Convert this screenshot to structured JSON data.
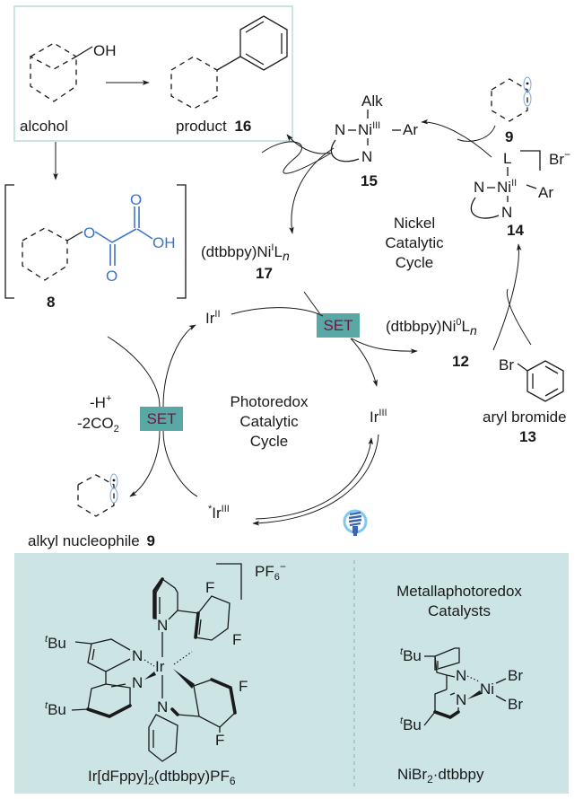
{
  "diagram": {
    "title": "Metallaphotoredox deoxygenative arylation",
    "colors": {
      "panel_border": "#b9dcdc",
      "catalyst_panel_bg": "#cce5e4",
      "set_box": "#5aa8a6",
      "set_text": "#7a1040",
      "oxalate_blue": "#3a74c8",
      "bulb_blue": "#3a64b8",
      "bulb_glow": "#7fc8ec"
    },
    "top_box": {
      "reactant_label": "alcohol",
      "reactant_group": "OH",
      "product_label": "product",
      "product_number": "16"
    },
    "intermediate_8": {
      "number": "8",
      "atoms": {
        "o_ester": "O",
        "o_carbonyl_top": "O",
        "o_carbonyl_bottom": "O",
        "oh": "OH"
      }
    },
    "nickel_cycle": {
      "title_lines": [
        "Nickel",
        "Catalytic",
        "Cycle"
      ],
      "species": {
        "ni15": {
          "number": "15",
          "top": "Alk",
          "left": "N",
          "metal": "Ni",
          "ox": "III",
          "right": "Ar",
          "bottom": "N"
        },
        "ni14": {
          "number": "14",
          "top": "L",
          "left": "N",
          "metal": "Ni",
          "ox": "II",
          "right": "Ar",
          "bottom": "N",
          "counterion": "Br",
          "charge": "−"
        },
        "ni17": {
          "prefix": "(dtbbpy)Ni",
          "ox": "I",
          "ligand": "L",
          "sub": "n",
          "number": "17"
        },
        "ni12": {
          "prefix": "(dtbbpy)Ni",
          "ox": "0",
          "ligand": "L",
          "sub": "n",
          "number": "12"
        },
        "radical9": {
          "number": "9"
        },
        "aryl_bromide": {
          "label": "aryl bromide",
          "number": "13",
          "atom": "Br"
        }
      }
    },
    "photoredox_cycle": {
      "title_lines": [
        "Photoredox",
        "Catalytic",
        "Cycle"
      ],
      "species": {
        "ir_ii": {
          "base": "Ir",
          "ox": "II"
        },
        "ir_iii": {
          "base": "Ir",
          "ox": "III"
        },
        "ir_iii_excited": {
          "star": "*",
          "base": "Ir",
          "ox": "III"
        }
      },
      "loss_line1": {
        "text": "-H",
        "sup": "+"
      },
      "loss_line2": {
        "text": "-2CO",
        "sub": "2"
      },
      "alkyl_label": "alkyl nucleophile",
      "alkyl_number": "9",
      "light_icon": "light-bulb-icon"
    },
    "set_labels": [
      "SET",
      "SET"
    ],
    "catalysts_panel": {
      "heading_lines": [
        "Metallaphotoredox",
        "Catalysts"
      ],
      "ir_catalyst": {
        "name_parts": [
          "Ir[dFppy]",
          "2",
          "(dtbbpy)PF",
          "6"
        ],
        "counterion": "PF",
        "counterion_sub": "6",
        "counterion_charge": "−",
        "metal": "Ir",
        "n": "N",
        "f": "F",
        "tbu_sup": "t",
        "tbu": "Bu"
      },
      "ni_catalyst": {
        "name_parts": [
          "NiBr",
          "2",
          "·dtbbpy"
        ],
        "metal": "Ni",
        "br": "Br",
        "n": "N",
        "tbu_sup": "t",
        "tbu": "Bu"
      }
    }
  }
}
